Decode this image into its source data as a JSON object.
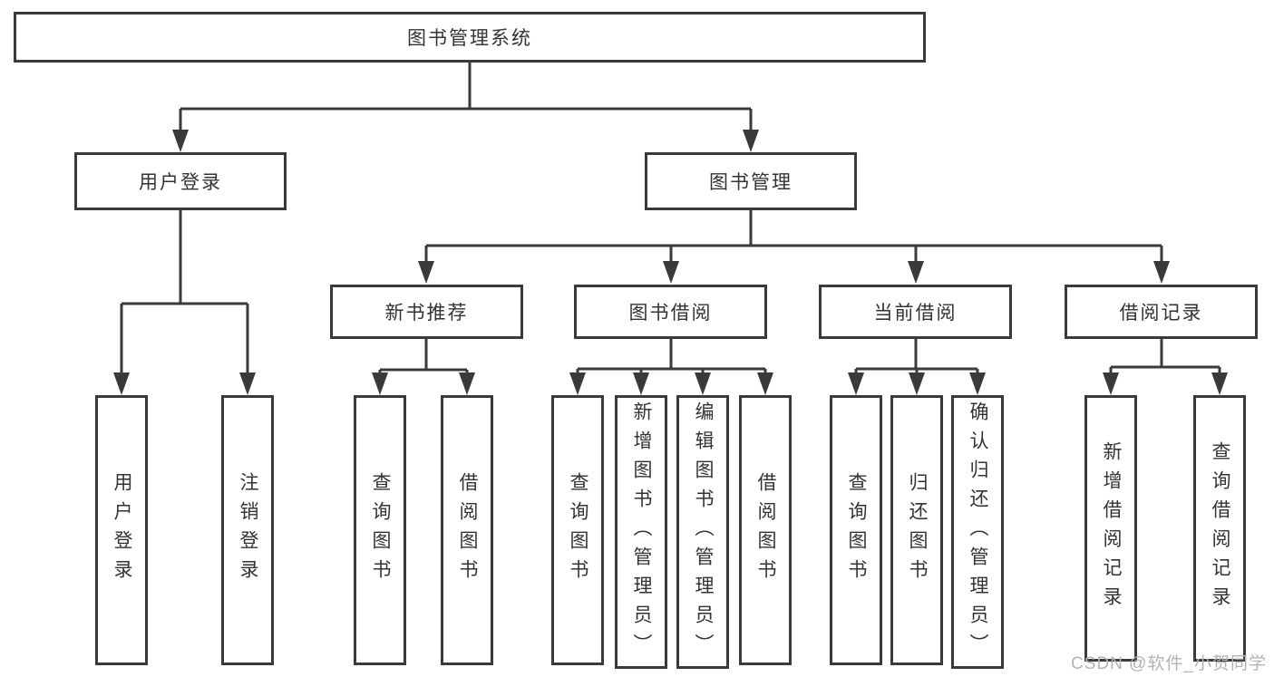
{
  "diagram": {
    "type": "hierarchy-tree",
    "title": "图书管理系统",
    "nodes": {
      "root": "图书管理系统",
      "user-login": "用户登录",
      "book-mgmt": "图书管理",
      "new-book-rec": "新书推荐",
      "book-borrow": "图书借阅",
      "current-borrow": "当前借阅",
      "borrow-records": "借阅记录",
      "leaf-user-login": "用户登录",
      "leaf-logout": "注销登录",
      "leaf-query-books-1": "查询图书",
      "leaf-borrow-books-1": "借阅图书",
      "leaf-query-books-2": "查询图书",
      "leaf-add-book": "新增图书（管理员）",
      "leaf-edit-book": "编辑图书（管理员）",
      "leaf-borrow-books-2": "借阅图书",
      "leaf-query-books-3": "查询图书",
      "leaf-return-book": "归还图书",
      "leaf-confirm-return": "确认归还（管理员）",
      "leaf-add-record": "新增借阅记录",
      "leaf-query-record": "查询借阅记录"
    },
    "hierarchy": {
      "图书管理系统": [
        "用户登录",
        "图书管理"
      ],
      "用户登录": [
        "用户登录",
        "注销登录"
      ],
      "图书管理": [
        "新书推荐",
        "图书借阅",
        "当前借阅",
        "借阅记录"
      ],
      "新书推荐": [
        "查询图书",
        "借阅图书"
      ],
      "图书借阅": [
        "查询图书",
        "新增图书（管理员）",
        "编辑图书（管理员）",
        "借阅图书"
      ],
      "当前借阅": [
        "查询图书",
        "归还图书",
        "确认归还（管理员）"
      ],
      "借阅记录": [
        "新增借阅记录",
        "查询借阅记录"
      ]
    },
    "colors": {
      "line": "#3a3a3a",
      "box_border": "#3a3a3a",
      "box_fill": "#ffffff",
      "text": "#333333",
      "watermark": "#b3b3b3"
    },
    "watermark": "CSDN @软件_小贺同学"
  }
}
